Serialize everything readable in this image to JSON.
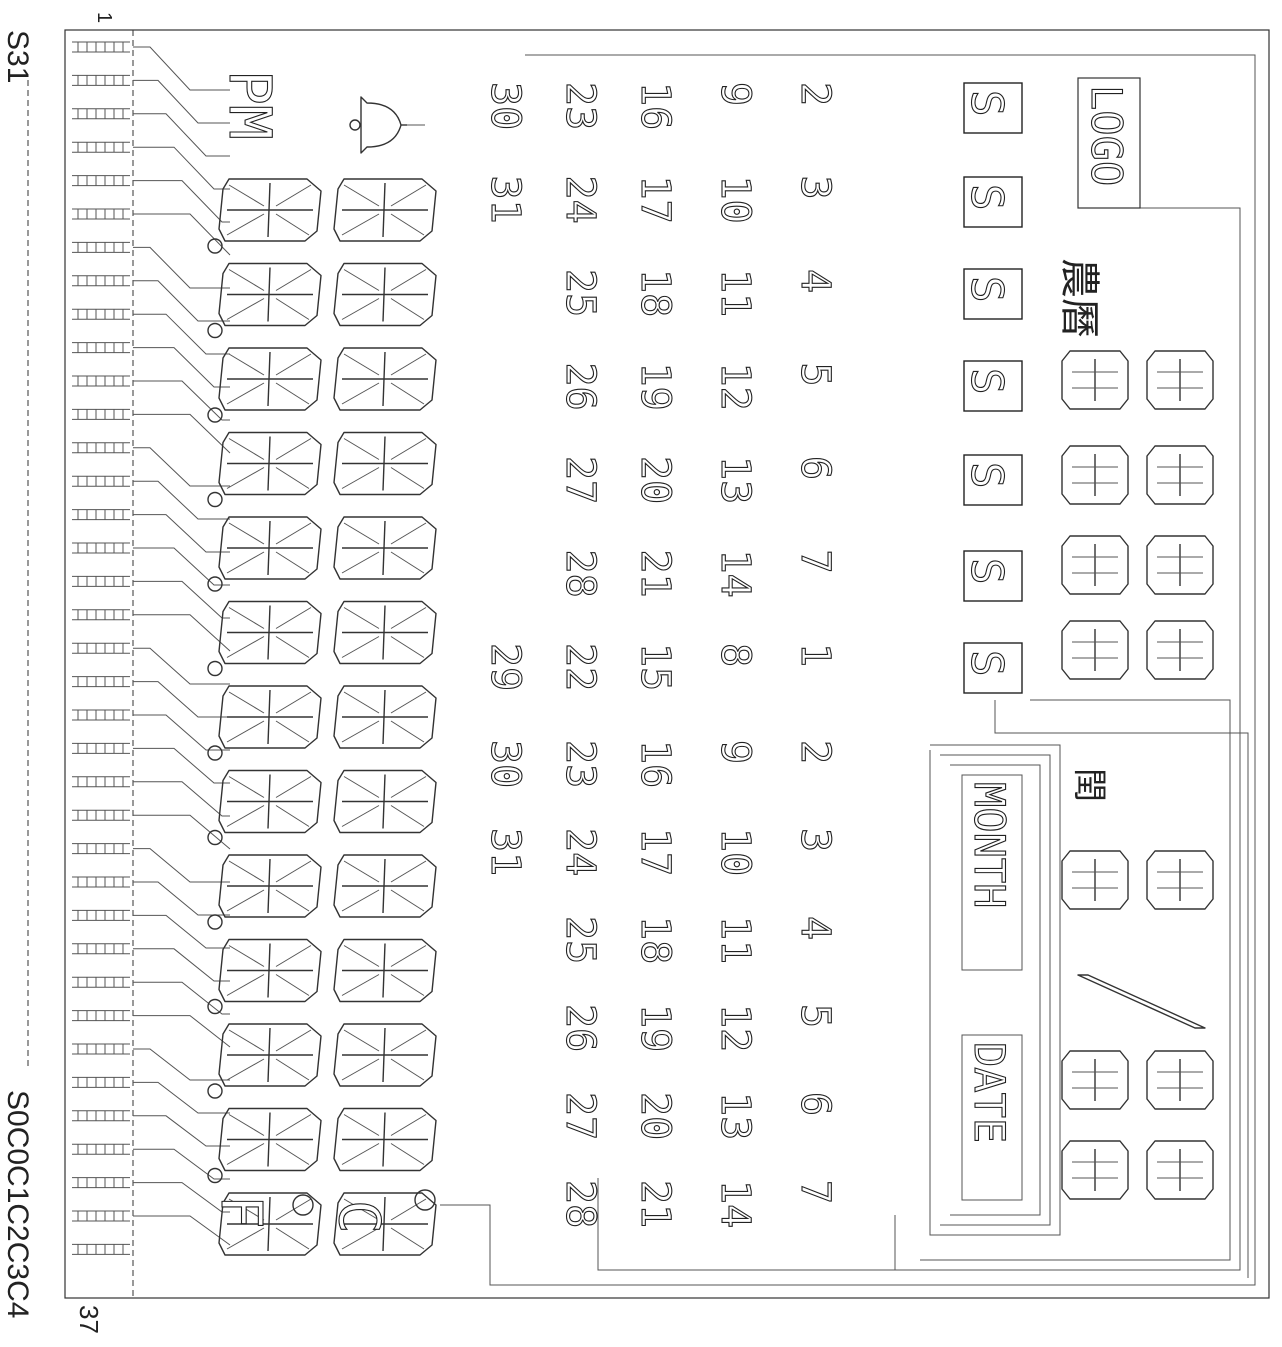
{
  "pin_labels": {
    "first": "1",
    "last": "37",
    "left_label": "S31",
    "bottom_label": "S0C0C1C2C3C4"
  },
  "indicators": {
    "pm": "PM",
    "logo": "LOGO",
    "nongli": "農曆",
    "runyue": "閏",
    "month": "MONTH",
    "date": "DATE",
    "slash": "/",
    "fahrenheit": "F",
    "celsius": "C"
  },
  "s_labels": [
    "S",
    "S",
    "S",
    "S",
    "S",
    "S",
    "S"
  ],
  "day_grid": {
    "top": [
      [
        "2",
        "9",
        "16",
        "23",
        "30"
      ],
      [
        "3",
        "10",
        "17",
        "24",
        "31"
      ],
      [
        "4",
        "11",
        "18",
        "25"
      ],
      [
        "5",
        "12",
        "19",
        "26"
      ],
      [
        "6",
        "13",
        "20",
        "27"
      ],
      [
        "7",
        "14",
        "21",
        "28"
      ],
      [
        "1",
        "8",
        "15",
        "22",
        "29"
      ]
    ],
    "bottom": [
      [
        "2",
        "9",
        "16",
        "23",
        "30"
      ],
      [
        "3",
        "10",
        "17",
        "24",
        "31"
      ],
      [
        "4",
        "11",
        "18",
        "25"
      ],
      [
        "5",
        "12",
        "19",
        "26"
      ],
      [
        "6",
        "13",
        "20",
        "27"
      ],
      [
        "7",
        "14",
        "21",
        "28"
      ]
    ]
  }
}
